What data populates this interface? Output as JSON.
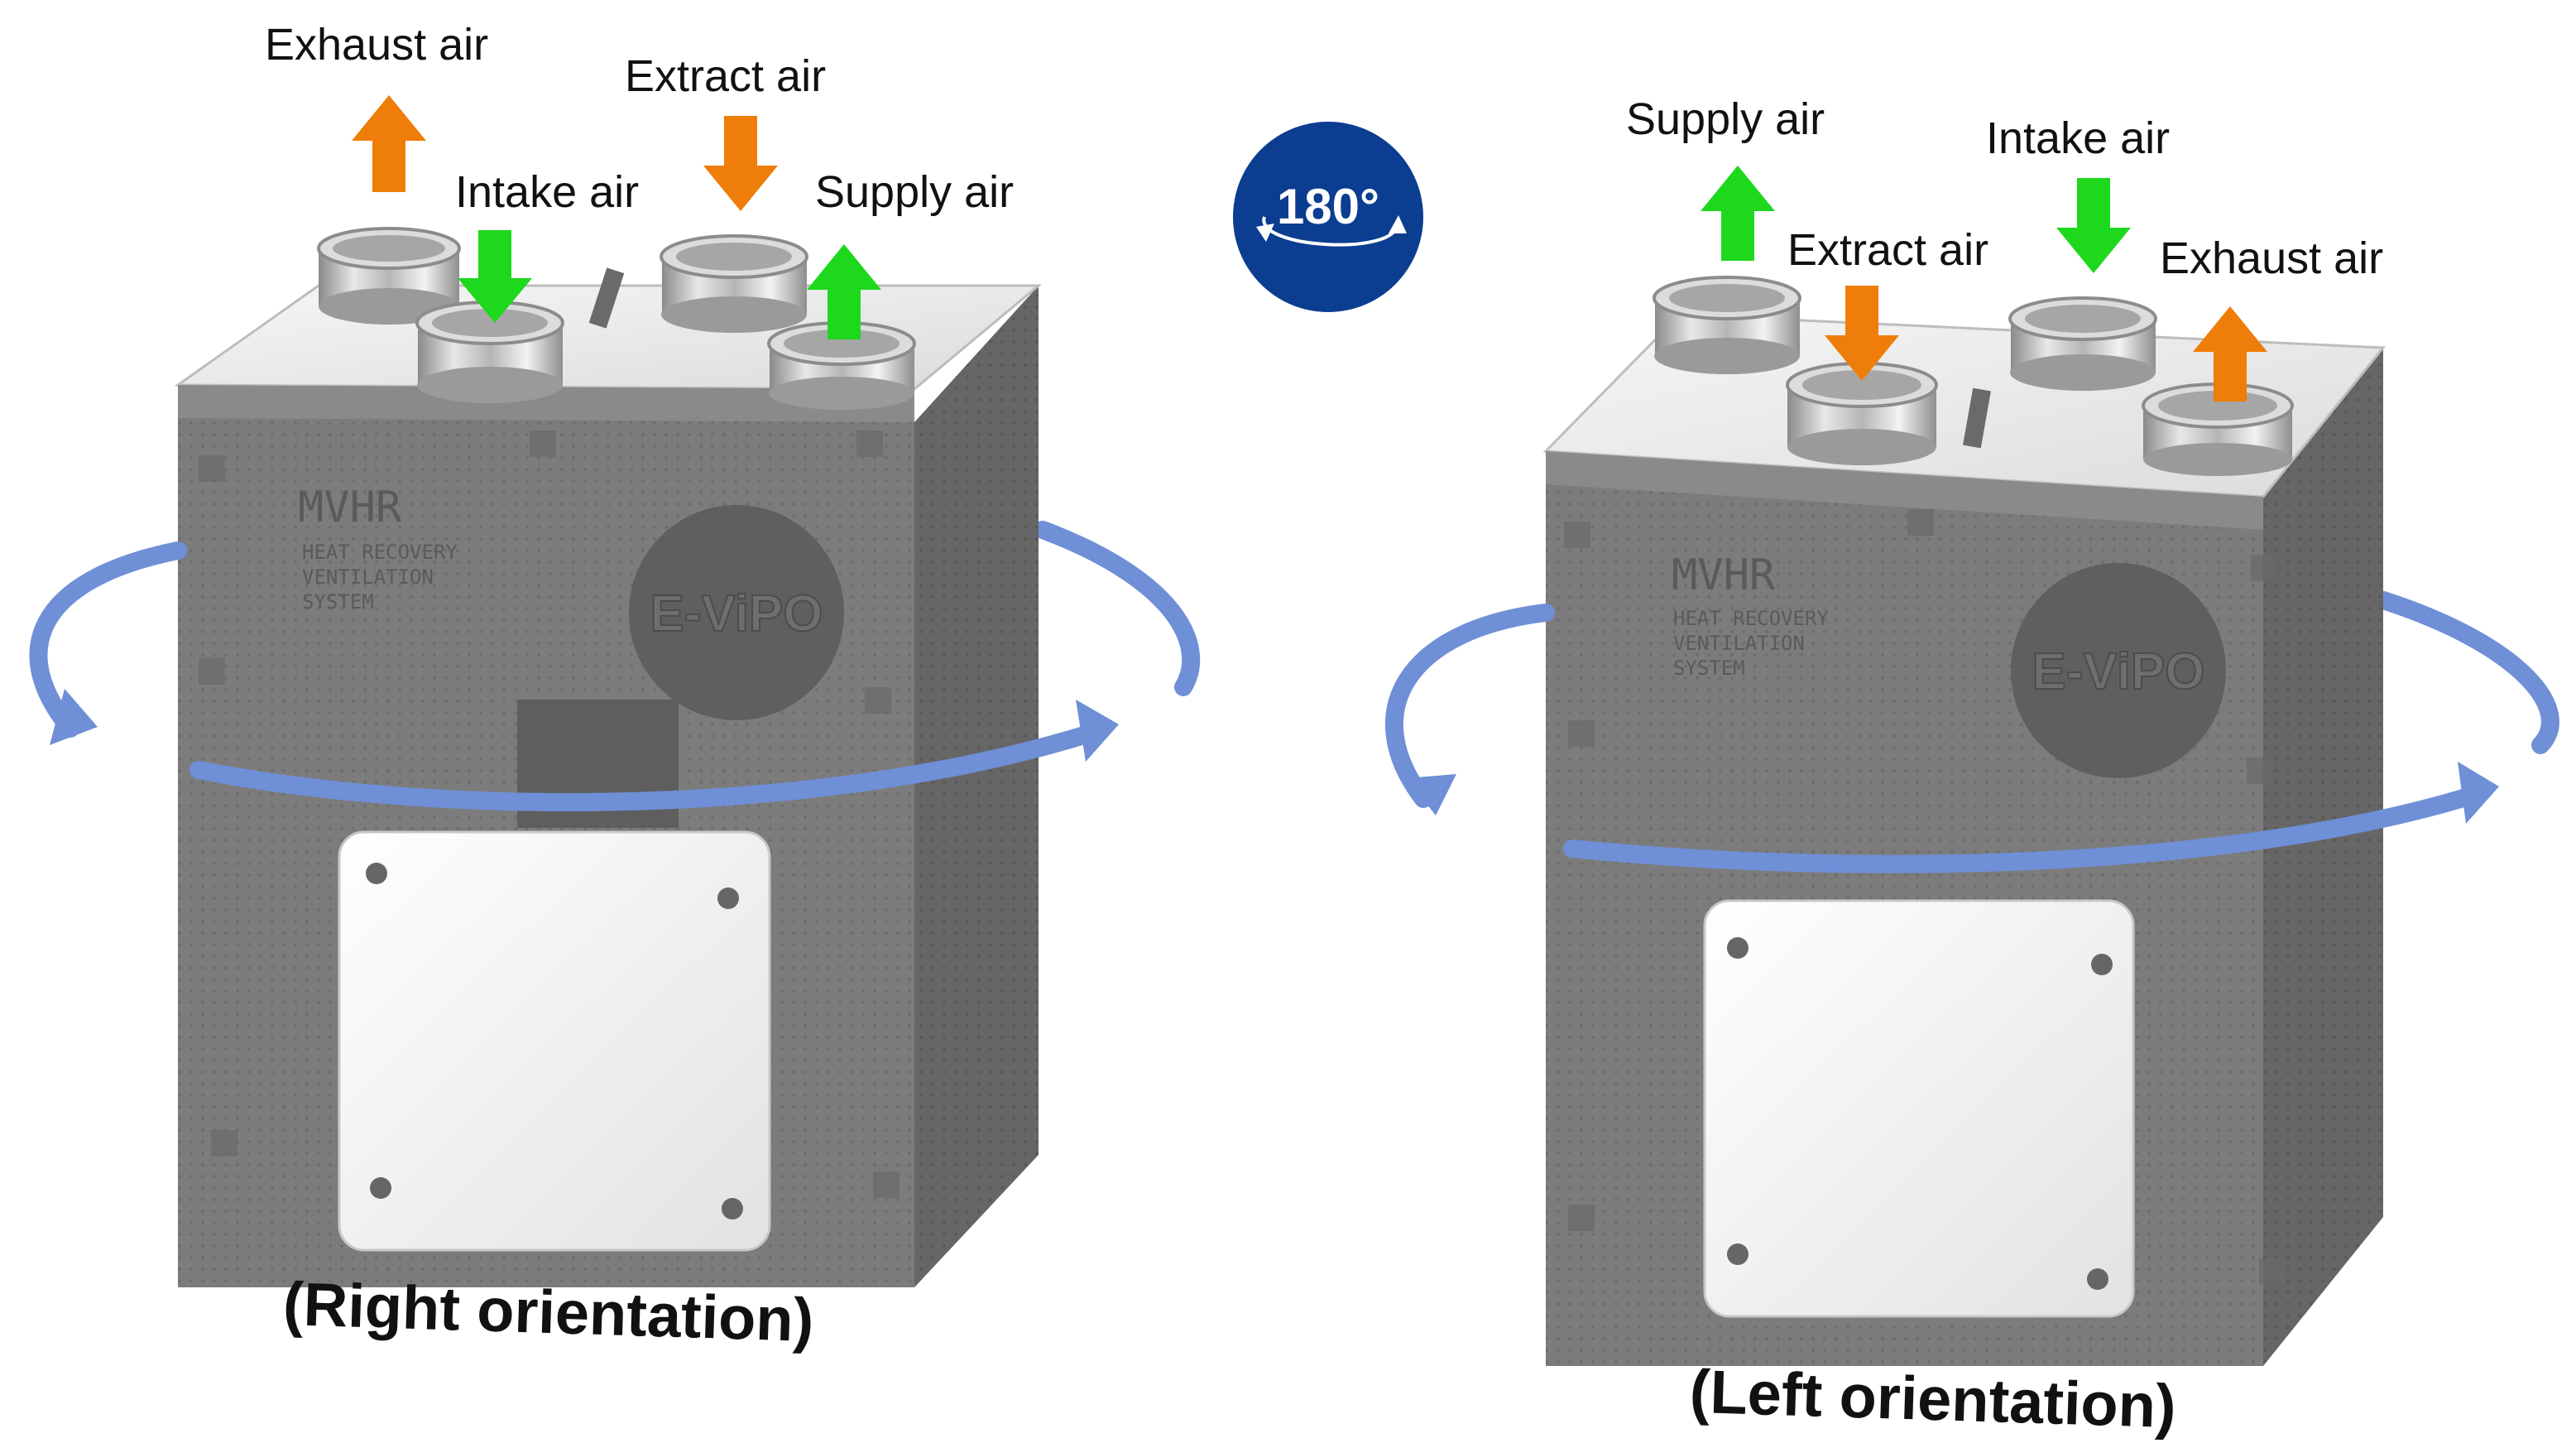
{
  "badge": {
    "label": "180°",
    "color": "#0b3d91"
  },
  "colors": {
    "orange": "#ef7d0a",
    "green": "#1ed81e",
    "rotation_arrow": "#6f8fd6"
  },
  "right_unit": {
    "caption": "(Right orientation)",
    "labels": {
      "exhaust": "Exhaust air",
      "extract": "Extract air",
      "intake": "Intake air",
      "supply": "Supply air"
    },
    "unit_title": "MVHR",
    "unit_subtitle": [
      "HEAT RECOVERY",
      "VENTILATION",
      "SYSTEM"
    ],
    "logo": "E-ViPO"
  },
  "left_unit": {
    "caption": "(Left orientation)",
    "labels": {
      "supply": "Supply air",
      "intake": "Intake air",
      "extract": "Extract air",
      "exhaust": "Exhaust air"
    },
    "unit_title": "MVHR",
    "unit_subtitle": [
      "HEAT RECOVERY",
      "VENTILATION",
      "SYSTEM"
    ],
    "logo": "E-ViPO"
  }
}
